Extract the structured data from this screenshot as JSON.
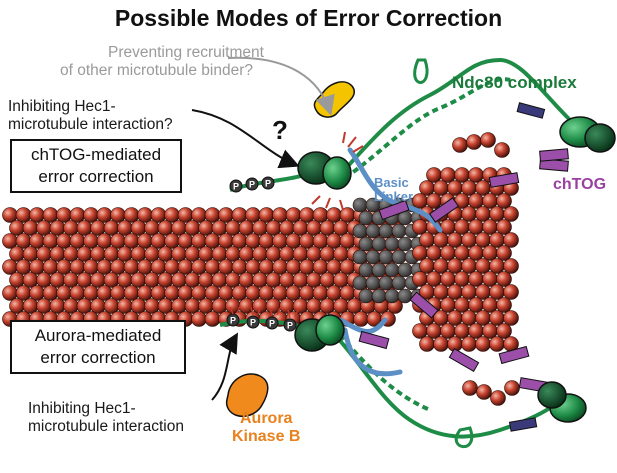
{
  "title": "Possible Modes of Error Correction",
  "labels": {
    "preventing_line1": "Preventing recruitment",
    "preventing_line2": "of other microtubule binder?",
    "inhibit_top_line1": "Inhibiting Hec1-",
    "inhibit_top_line2": "microtubule interaction?",
    "question_mark": "?",
    "chtog_box_line1": "chTOG-mediated",
    "chtog_box_line2": "error correction",
    "ndc80": "Ndc80 complex",
    "basic_line1": "Basic",
    "basic_line2": "Linker",
    "chtog": "chTOG",
    "aurora_box_line1": "Aurora-mediated",
    "aurora_box_line2": "error correction",
    "inhibit_bottom_line1": "Inhibiting Hec1-",
    "inhibit_bottom_line2": "microtubule interaction",
    "aurora_kinase_line1": "Aurora",
    "aurora_kinase_line2": "Kinase B",
    "phospho": "P"
  },
  "colors": {
    "tubulin_red": "#c0392b",
    "tubulin_gray": "#555555",
    "ndc80_green": "#1e8c47",
    "ndc80_dark": "#0e5a2c",
    "chtog_purple": "#9b4fa8",
    "linker_blue": "#5b8fc6",
    "aurora_orange": "#f08a1c",
    "binder_yellow": "#f5c400"
  }
}
